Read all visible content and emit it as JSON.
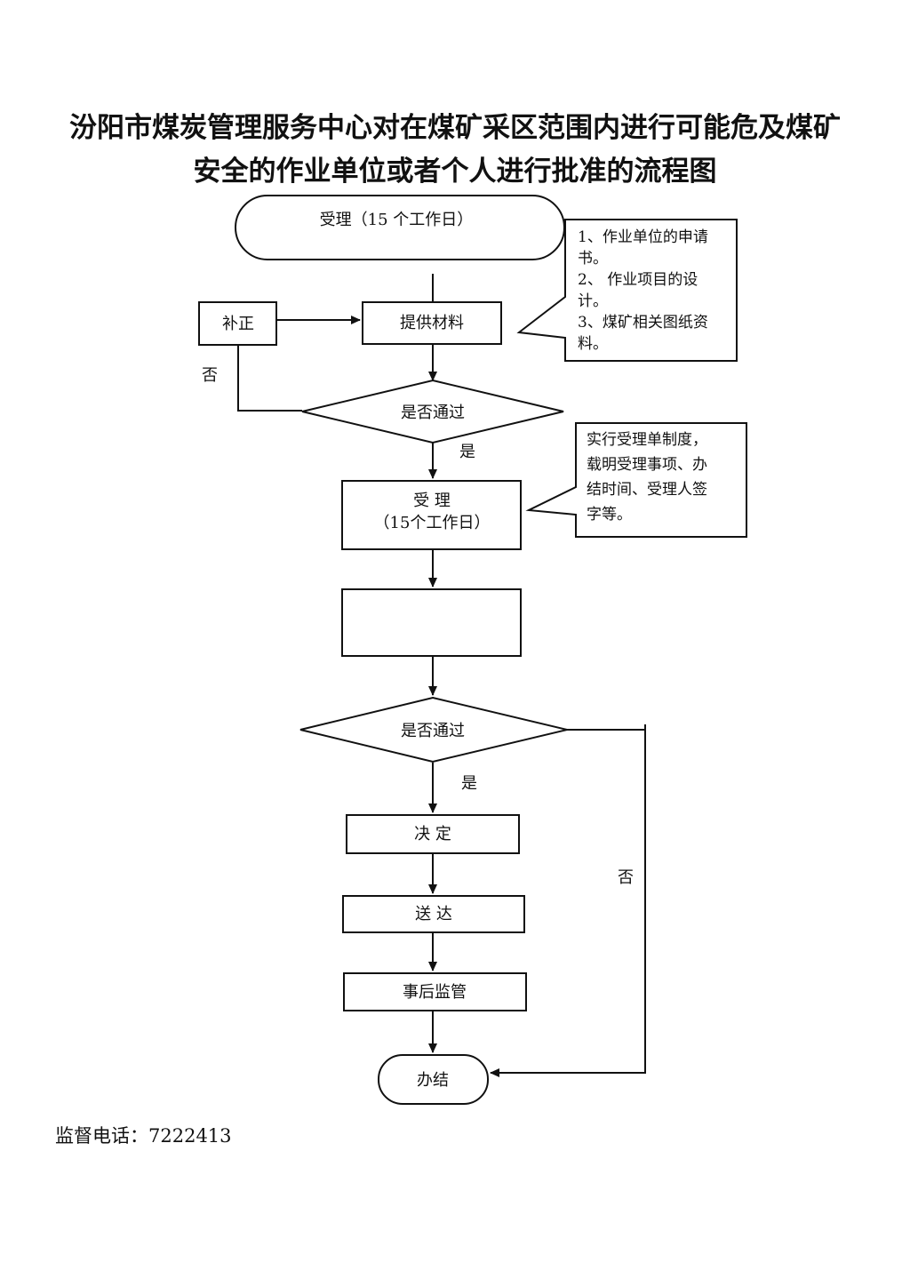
{
  "title": {
    "line1": "汾阳市煤炭管理服务中心对在煤矿采区范围内进行可能危及煤矿",
    "line2": "安全的作业单位或者个人进行批准的流程图"
  },
  "nodes": {
    "start": "受理（15 个工作日）",
    "buzheng": "补正",
    "tigong": "提供材料",
    "decision1": "是否通过",
    "shouli_line1": "受 理",
    "shouli_line2": "（15个工作日）",
    "blank": "",
    "decision2": "是否通过",
    "jueding": "决 定",
    "songda": "送 达",
    "jianguan": "事后监管",
    "end": "办结"
  },
  "labels": {
    "no1": "否",
    "yes1": "是",
    "yes2": "是",
    "no2": "否"
  },
  "notes": {
    "materials": [
      "1、作业单位的申请",
      "书。",
      "2、 作业项目的设",
      "计。",
      "3、煤矿相关图纸资",
      "料。"
    ],
    "acceptance": [
      "实行受理单制度，",
      "载明受理事项、办",
      "结时间、受理人签",
      "字等。"
    ]
  },
  "footer": {
    "text": "监督电话：7222413"
  }
}
